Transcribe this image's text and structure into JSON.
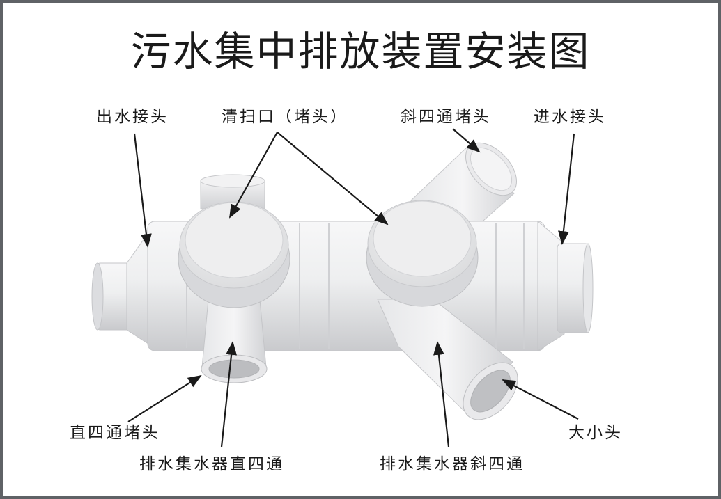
{
  "title": "污水集中排放装置安装图",
  "labels": {
    "outlet_joint": "出水接头",
    "cleanout_plug": "清扫口（堵头）",
    "oblique_cross_plug": "斜四通堵头",
    "inlet_joint": "进水接头",
    "straight_cross_plug": "直四通堵头",
    "collector_straight_cross": "排水集水器直四通",
    "reducer": "大小头",
    "collector_oblique_cross": "排水集水器斜四通"
  },
  "colors": {
    "frame": "#5f6266",
    "background": "#ffffff",
    "pipe_body": "#e3e4e6",
    "text": "#1a1a1a"
  }
}
